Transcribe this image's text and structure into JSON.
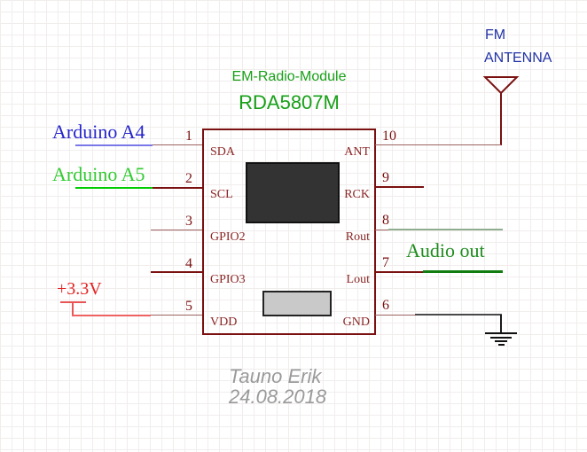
{
  "header": {
    "module_label": "EM-Radio-Module",
    "part_number": "RDA5807M"
  },
  "antenna": {
    "label_line1": "FM",
    "label_line2": "ANTENNA"
  },
  "connections": {
    "arduino_a4": "Arduino A4",
    "arduino_a5": "Arduino A5",
    "power": "+3.3V",
    "audio_out": "Audio out"
  },
  "ic": {
    "pins_left": [
      {
        "num": "1",
        "name": "SDA"
      },
      {
        "num": "2",
        "name": "SCL"
      },
      {
        "num": "3",
        "name": "GPIO2"
      },
      {
        "num": "4",
        "name": "GPIO3"
      },
      {
        "num": "5",
        "name": "VDD"
      }
    ],
    "pins_right": [
      {
        "num": "10",
        "name": "ANT"
      },
      {
        "num": "9",
        "name": "RCK"
      },
      {
        "num": "8",
        "name": "Rout"
      },
      {
        "num": "7",
        "name": "Lout"
      },
      {
        "num": "6",
        "name": "GND"
      }
    ]
  },
  "signature": {
    "author": "Tauno Erik",
    "date": "24.08.2018"
  },
  "colors": {
    "ic_border": "#7a1010",
    "pin_text": "#8b2626",
    "title_green": "#18a018",
    "arduino_a4_blue": "#2727cc",
    "arduino_a5_green": "#33cc33",
    "power_red": "#e32222",
    "audio_green": "#1e8c1e",
    "antenna_blue": "#2233a6",
    "wire_a4": "#7878e8",
    "wire_a5": "#00cc00",
    "wire_power": "#ef6262",
    "wire_rout_pale_green": "#8fae8f",
    "wire_lout_dark_green": "#117d11",
    "wire_gnd_gray": "#4a4a4a",
    "stub_light": "#9e6161",
    "signature_gray": "#9a9a9a"
  }
}
